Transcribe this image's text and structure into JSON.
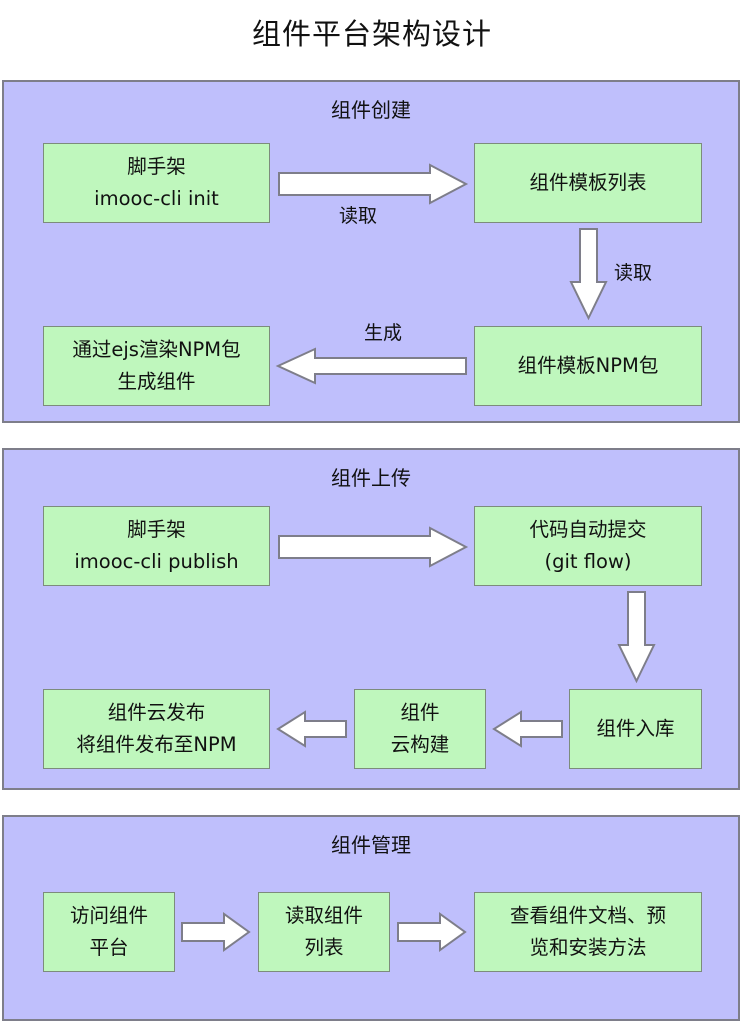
{
  "title": "组件平台架构设计",
  "sections": [
    {
      "title": "组件创建",
      "nodes": [
        {
          "lines": [
            "脚手架",
            "imooc-cli init"
          ]
        },
        {
          "lines": [
            "组件模板列表"
          ]
        },
        {
          "lines": [
            "组件模板NPM包"
          ]
        },
        {
          "lines": [
            "通过ejs渲染NPM包",
            "生成组件"
          ]
        }
      ],
      "edges": [
        {
          "from": 0,
          "to": 1,
          "direction": "right",
          "label": "读取"
        },
        {
          "from": 1,
          "to": 2,
          "direction": "down",
          "label": "读取"
        },
        {
          "from": 2,
          "to": 3,
          "direction": "left",
          "label": "生成"
        }
      ]
    },
    {
      "title": "组件上传",
      "nodes": [
        {
          "lines": [
            "脚手架",
            "imooc-cli publish"
          ]
        },
        {
          "lines": [
            "代码自动提交",
            "(git flow)"
          ]
        },
        {
          "lines": [
            "组件入库"
          ]
        },
        {
          "lines": [
            "组件",
            "云构建"
          ]
        },
        {
          "lines": [
            "组件云发布",
            "将组件发布至NPM"
          ]
        }
      ],
      "edges": [
        {
          "from": 0,
          "to": 1,
          "direction": "right",
          "label": ""
        },
        {
          "from": 1,
          "to": 2,
          "direction": "down",
          "label": ""
        },
        {
          "from": 2,
          "to": 3,
          "direction": "left",
          "label": ""
        },
        {
          "from": 3,
          "to": 4,
          "direction": "left",
          "label": ""
        }
      ]
    },
    {
      "title": "组件管理",
      "nodes": [
        {
          "lines": [
            "访问组件",
            "平台"
          ]
        },
        {
          "lines": [
            "读取组件",
            "列表"
          ]
        },
        {
          "lines": [
            "查看组件文档、预",
            "览和安装方法"
          ]
        }
      ],
      "edges": [
        {
          "from": 0,
          "to": 1,
          "direction": "right",
          "label": ""
        },
        {
          "from": 1,
          "to": 2,
          "direction": "right",
          "label": ""
        }
      ]
    }
  ],
  "colors": {
    "panel_fill": "#bfbffc",
    "panel_border": "#7e7e8a",
    "node_fill": "#bff7bd",
    "arrow_fill": "#ffffff"
  }
}
